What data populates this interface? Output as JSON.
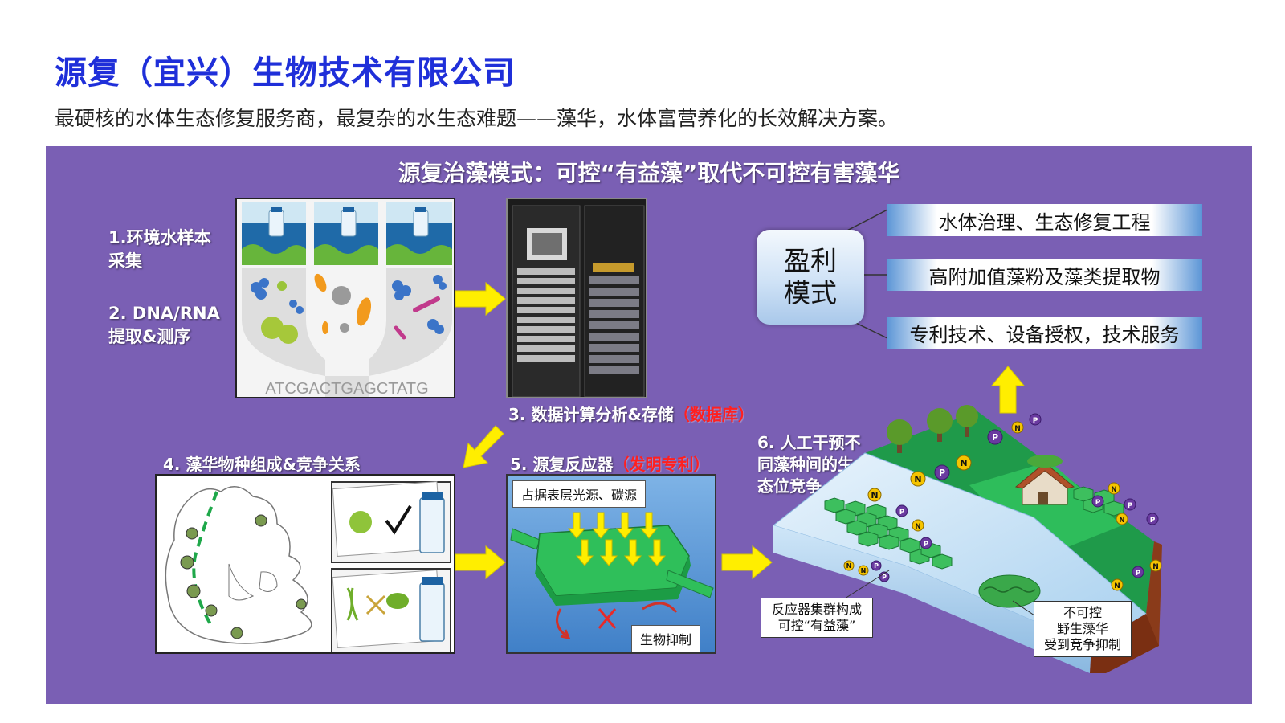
{
  "header": {
    "title": "源复（宜兴）生物技术有限公司",
    "subtitle": "最硬核的水体生态修复服务商，最复杂的水生态难题——藻华，水体富营养化的长效解决方案。"
  },
  "panel": {
    "title": "源复治藻模式：可控“有益藻”取代不可控有害藻华",
    "step1": {
      "line1": "1.环境水样本",
      "line2": "采集"
    },
    "step2": {
      "line1": "2. DNA/RNA",
      "line2": "提取&测序"
    },
    "dna_sequence": "ATCGACTGAGCTATG",
    "step3": {
      "label": "3. 数据计算分析&存储",
      "highlight": "（数据库）"
    },
    "step4": {
      "label": "4. 藻华物种组成&竞争关系"
    },
    "step5": {
      "label": "5. 源复反应器",
      "highlight": "（发明专利）"
    },
    "step6": {
      "line1": "6. 人工干预不",
      "line2": "同藻种间的生",
      "line3": "态位竞争"
    },
    "reactor": {
      "top_tag": "占据表层光源、碳源",
      "bottom_tag": "生物抑制"
    },
    "profit": {
      "center_line1": "盈利",
      "center_line2": "模式",
      "items": [
        "水体治理、生态修复工程",
        "高附加值藻粉及藻类提取物",
        "专利技术、设备授权，技术服务"
      ]
    },
    "callouts": {
      "reactor_cluster": {
        "line1": "反应器集群构成",
        "line2": "可控“有益藻”"
      },
      "wild_bloom": {
        "line1": "不可控",
        "line2": "野生藻华",
        "line3": "受到竞争抑制"
      }
    },
    "nutrients": {
      "n": "N",
      "p": "P"
    }
  },
  "colors": {
    "title_blue": "#1f2fd9",
    "panel_purple": "#7a5fb4",
    "arrow_yellow": "#ffee00",
    "highlight_red": "#ff2020"
  }
}
